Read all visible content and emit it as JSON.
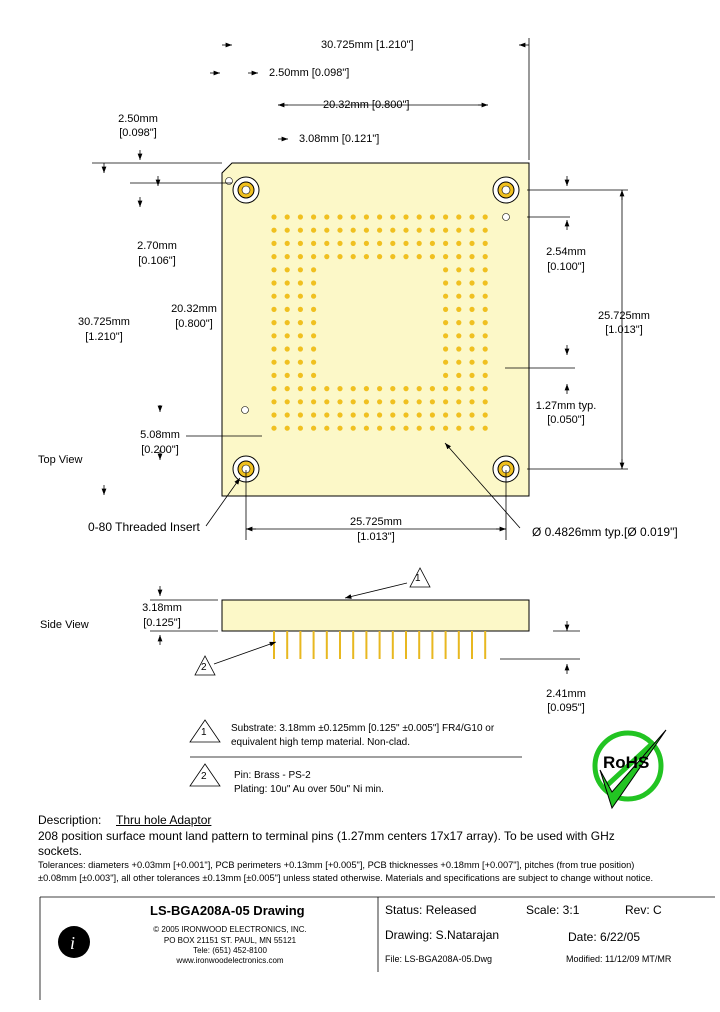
{
  "dims": {
    "overall_width": "30.725mm  [1.210\"]",
    "pitch_offset_top": "2.50mm  [0.098\"]",
    "array_width": "20.32mm  [0.800\"]",
    "insert_offset_top": "3.08mm  [0.121\"]",
    "left_offset_mm": "2.50mm",
    "left_offset_in": "[0.098\"]",
    "left_insert_mm": "2.70mm",
    "left_insert_in": "[0.106\"]",
    "overall_height_mm": "30.725mm",
    "overall_height_in": "[1.210\"]",
    "array_height_mm": "20.32mm",
    "array_height_in": "[0.800\"]",
    "bottom_offset_mm": "5.08mm",
    "bottom_offset_in": "[0.200\"]",
    "right_offset_mm": "2.54mm",
    "right_offset_in": "[0.100\"]",
    "insert_spacing_v_mm": "25.725mm",
    "insert_spacing_v_in": "[1.013\"]",
    "pitch_mm": "1.27mm typ.",
    "pitch_in": "[0.050\"]",
    "insert_spacing_h_mm": "25.725mm",
    "insert_spacing_h_in": "[1.013\"]",
    "pin_diameter": "Ø 0.4826mm typ.[Ø 0.019\"]",
    "thickness_mm": "3.18mm",
    "thickness_in": "[0.125\"]",
    "pin_length_mm": "2.41mm",
    "pin_length_in": "[0.095\"]"
  },
  "labels": {
    "top_view": "Top View",
    "side_view": "Side View",
    "threaded_insert": "0-80 Threaded Insert",
    "callout_1": "1",
    "callout_2": "2"
  },
  "notes": {
    "n1_num": "1",
    "n1_line1": "Substrate: 3.18mm ±0.125mm [0.125\" ±0.005\"] FR4/G10 or",
    "n1_line2": "equivalent high temp material. Non-clad.",
    "n2_num": "2",
    "n2_line1": "Pin: Brass - PS-2",
    "n2_line2": "Plating:  10u\" Au over 50u\" Ni min."
  },
  "rohs": "RoHS",
  "description": {
    "label": "Description:",
    "title": "Thru hole Adaptor",
    "line1": "208 position surface mount land pattern to terminal pins (1.27mm centers 17x17 array). To be used with GHz",
    "line2": "sockets.",
    "tol1": "Tolerances: diameters +0.03mm [+0.001\"], PCB perimeters +0.13mm [+0.005\"], PCB thicknesses +0.18mm [+0.007\"], pitches (from true position)",
    "tol2": "±0.08mm [±0.003\"], all other tolerances ±0.13mm [±0.005\"] unless stated otherwise.  Materials and specifications are subject to change without notice."
  },
  "title_block": {
    "drawing_name": "LS-BGA208A-05 Drawing",
    "copyright": "© 2005 IRONWOOD ELECTRONICS, INC.",
    "address": "PO BOX 21151 ST. PAUL, MN  55121",
    "phone": "Tele: (651) 452-8100",
    "website": "www.ironwoodelectronics.com",
    "status": "Status: Released",
    "scale": "Scale: 3:1",
    "rev": "Rev: C",
    "drawn_by": "Drawing: S.Natarajan",
    "date": "Date: 6/22/05",
    "file": "File: LS-BGA208A-05.Dwg",
    "modified": "Modified: 11/12/09 MT/MR"
  },
  "colors": {
    "board": "#fcf8c8",
    "pad": "#f0c020",
    "pin": "#e8b820",
    "rohs_green": "#22c422"
  }
}
